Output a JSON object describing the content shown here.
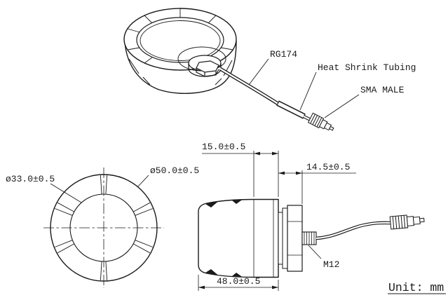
{
  "drawing": {
    "line_color": "#1a1a1a",
    "background": "#ffffff"
  },
  "callouts": {
    "cable_label": "RG174",
    "heat_shrink_label": "Heat Shrink Tubing",
    "connector_label": "SMA MALE",
    "thread_label": "M12"
  },
  "dimensions": {
    "inner_diameter": "ø33.0±0.5",
    "outer_diameter": "ø50.0±0.5",
    "rear_length": "15.0±0.5",
    "mount_length": "14.5±0.5",
    "body_length": "48.0±0.5"
  },
  "footer": {
    "units_label": "Unit: mm"
  }
}
